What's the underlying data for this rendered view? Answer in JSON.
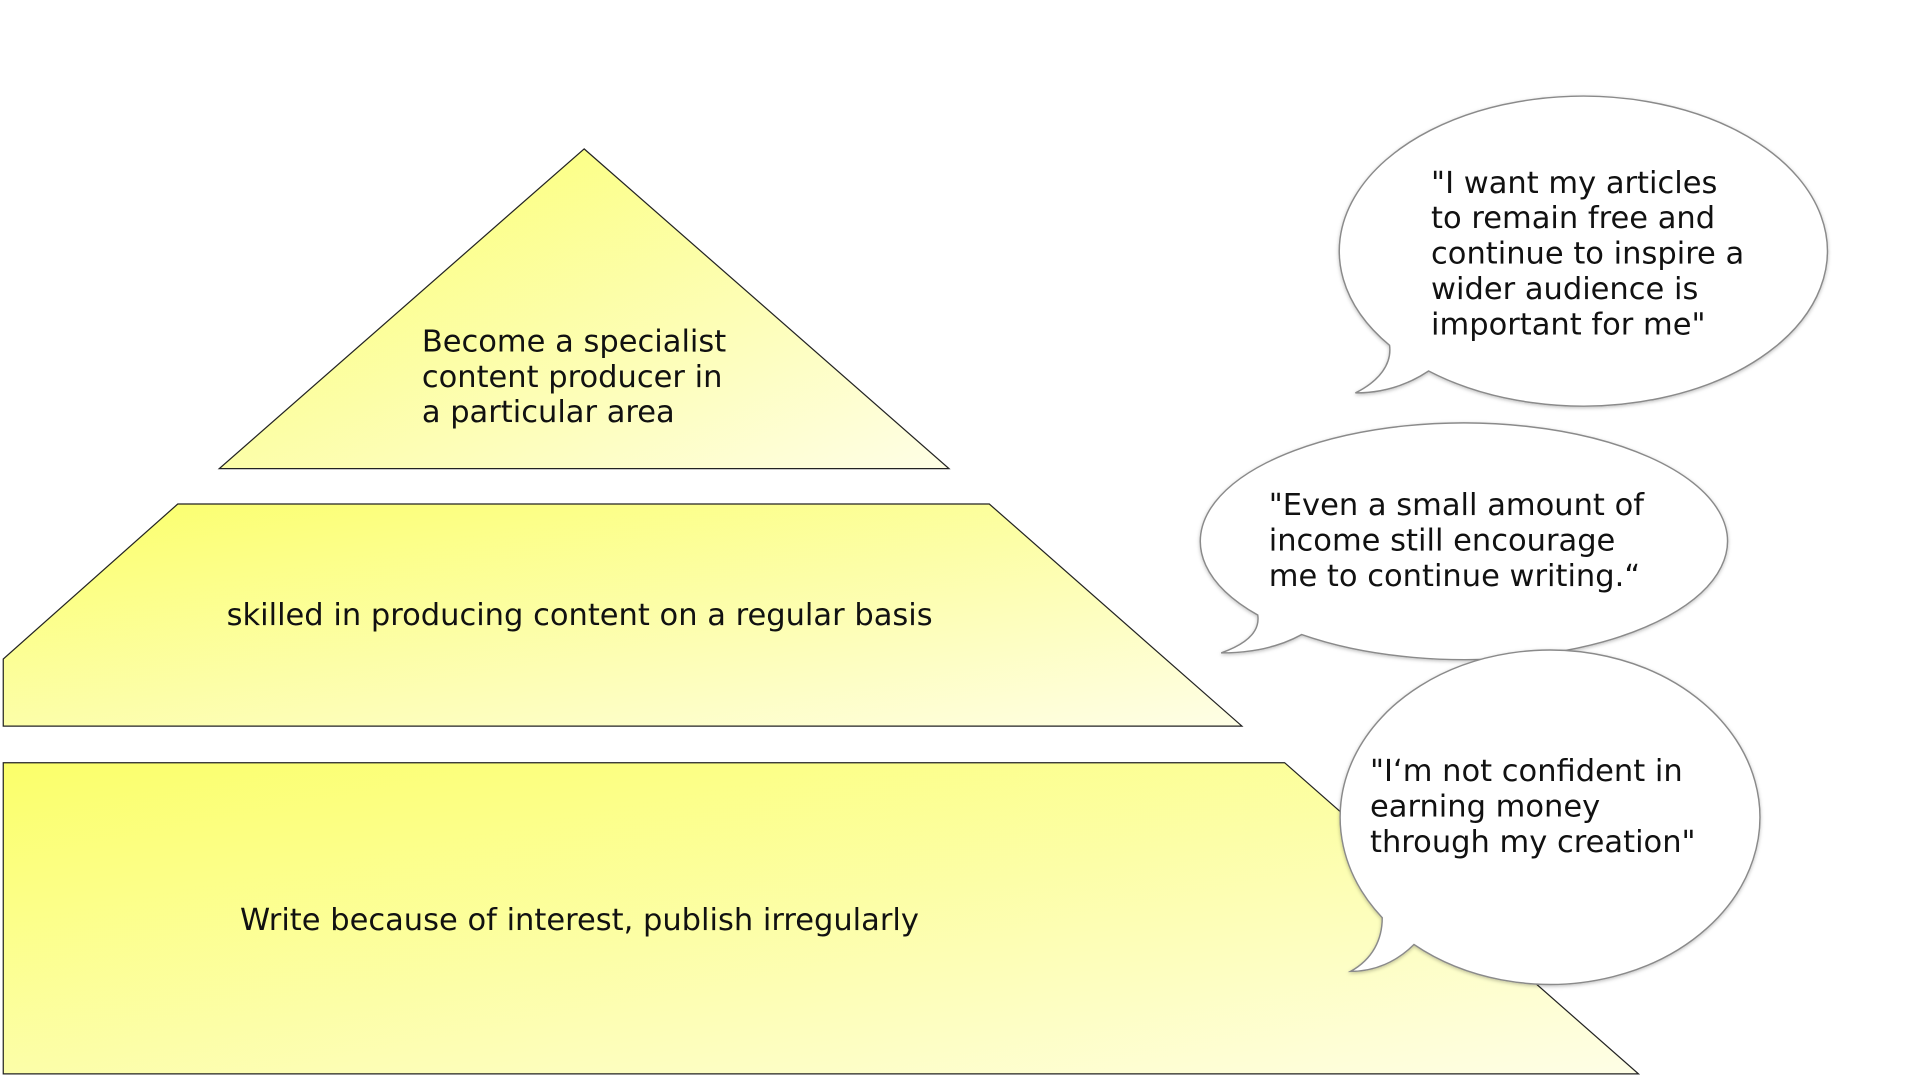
{
  "pyramid": {
    "levels": [
      {
        "lines": [
          "Become a specialist",
          "content producer in",
          "a particular area"
        ]
      },
      {
        "lines": [
          "skilled in producing content on a regular basis"
        ]
      },
      {
        "lines": [
          "Write because of interest, publish irregularly"
        ]
      }
    ],
    "fill_start": "#fbff6a",
    "fill_end": "#fefee6",
    "stroke": "#222222"
  },
  "quotes": [
    {
      "lines": [
        "\"I want my articles",
        "to remain free and",
        "continue to inspire a",
        "wider audience is",
        "important for me\""
      ]
    },
    {
      "lines": [
        "\"Even a small amount of",
        "income still encourage",
        "me to continue writing.“"
      ]
    },
    {
      "lines": [
        "\"I‘m not confident in",
        "earning money",
        "through my creation\""
      ]
    }
  ]
}
